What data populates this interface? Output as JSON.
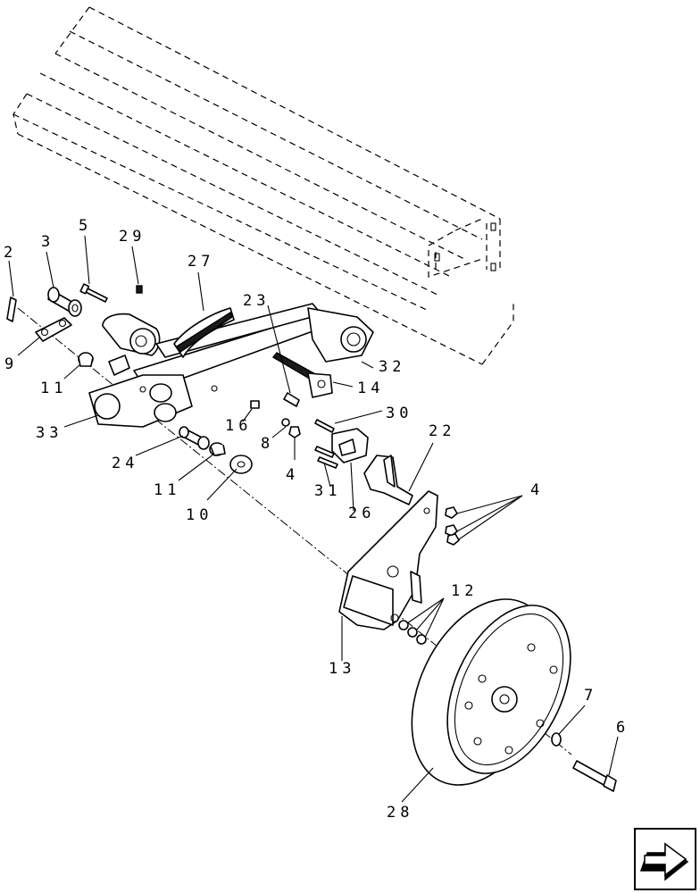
{
  "callouts": {
    "c2": "2",
    "c3": "3",
    "c5": "5",
    "c29": "29",
    "c27": "27",
    "c23": "23",
    "c9": "9",
    "c11a": "11",
    "c33": "33",
    "c32": "32",
    "c14": "14",
    "c16": "16",
    "c30": "30",
    "c8": "8",
    "c4a": "4",
    "c22": "22",
    "c24": "24",
    "c11b": "11",
    "c10": "10",
    "c31": "31",
    "c26": "26",
    "c4b": "4",
    "c12": "12",
    "c13": "13",
    "c7": "7",
    "c6": "6",
    "c28": "28"
  },
  "navigation": {
    "icon": "next-page-arrow-icon"
  }
}
